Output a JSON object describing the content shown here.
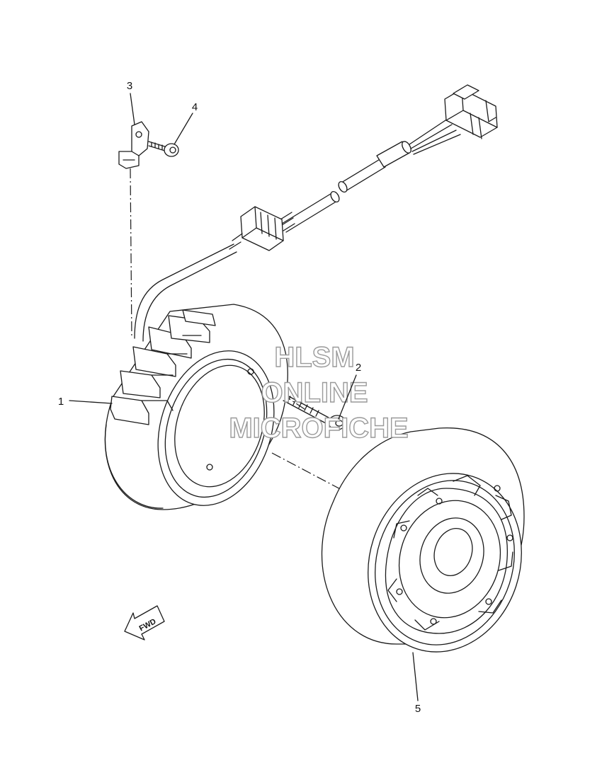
{
  "diagram": {
    "callouts": {
      "stator": "1",
      "bolt": "2",
      "clamp": "3",
      "screw": "4",
      "rotor": "5"
    },
    "watermark": [
      "HLSM",
      "ONLINE",
      "MICROFICHE"
    ],
    "direction_label": "FWD"
  },
  "colors": {
    "line": "#1a1a1a",
    "background": "#ffffff",
    "watermark_outline": "#9a9a9a"
  }
}
